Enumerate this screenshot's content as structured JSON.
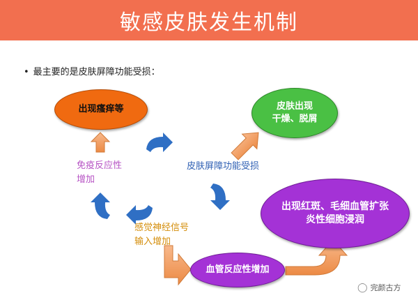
{
  "title": "敏感皮肤发生机制",
  "bullet": {
    "symbol": "•",
    "text": "最主要的是皮肤屏障功能受损："
  },
  "nodes": {
    "itch": "出现瘙痒等",
    "dry_line1": "皮肤出现",
    "dry_line2": "干燥、脱屑",
    "redness_line1": "出现红斑、毛细血管扩张",
    "redness_line2": "炎性细胞浸润",
    "vascular": "血管反应性增加"
  },
  "labels": {
    "barrier": "皮肤屏障功能受损",
    "immune_line1": "免疫反应性",
    "immune_line2": "增加",
    "sensory_line1": "感觉神经信号",
    "sensory_line2": "输入增加"
  },
  "watermark": {
    "icon": "chat-bubble-icon",
    "text": "完颜古方"
  },
  "colors": {
    "title_bar": "#f26f4f",
    "orange_arrow": "#f4a269",
    "blue_arrow": "#2f6fc4",
    "itch_node": "#f06a10",
    "dry_node": "#4ac044",
    "purple_node": "#a432d6"
  }
}
